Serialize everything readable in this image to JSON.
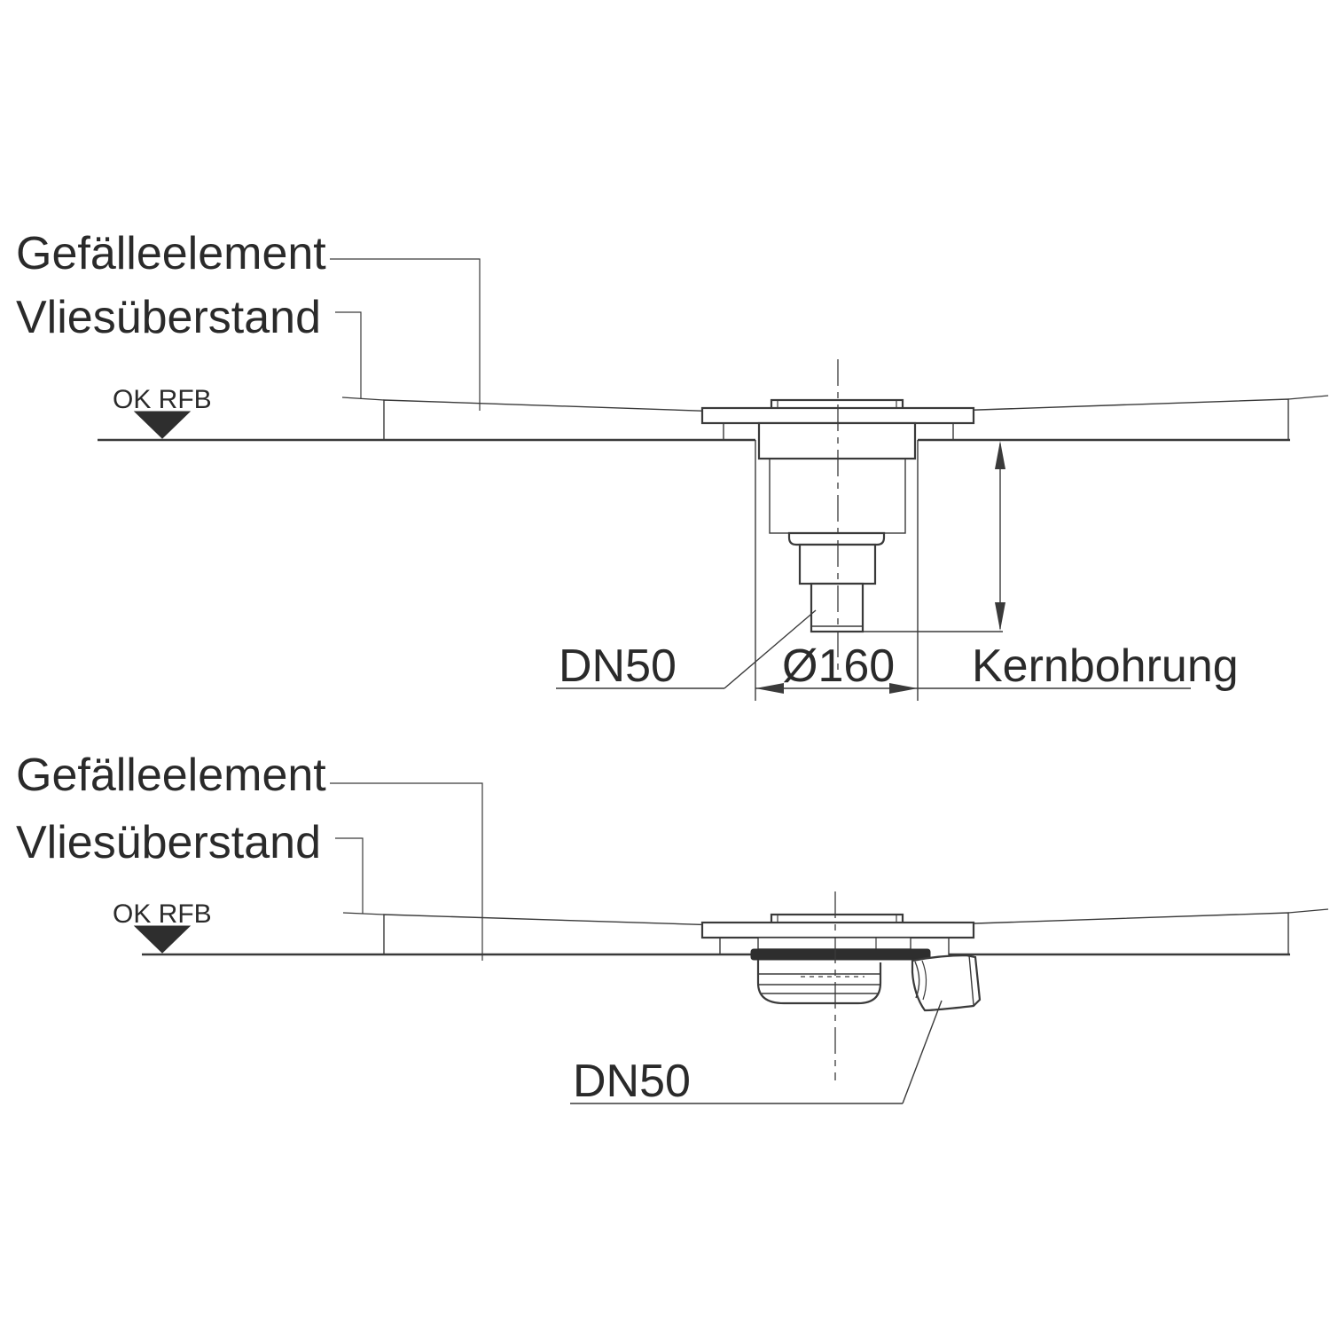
{
  "theme": {
    "background": "#ffffff",
    "line_color": "#3a3a3a",
    "text_color": "#2a2a2a",
    "marker_fill": "#2e2e2e"
  },
  "upper_diagram": {
    "labels": {
      "slope_element": "Gefälleelement",
      "fleece_overhang": "Vliesüberstand",
      "floor_level": "OK RFB",
      "outlet_size": "DN50",
      "core_hole_diameter": "Ø160",
      "core_hole": "Kernbohrung"
    }
  },
  "lower_diagram": {
    "labels": {
      "slope_element": "Gefälleelement",
      "fleece_overhang": "Vliesüberstand",
      "floor_level": "OK RFB",
      "outlet_size": "DN50"
    }
  }
}
